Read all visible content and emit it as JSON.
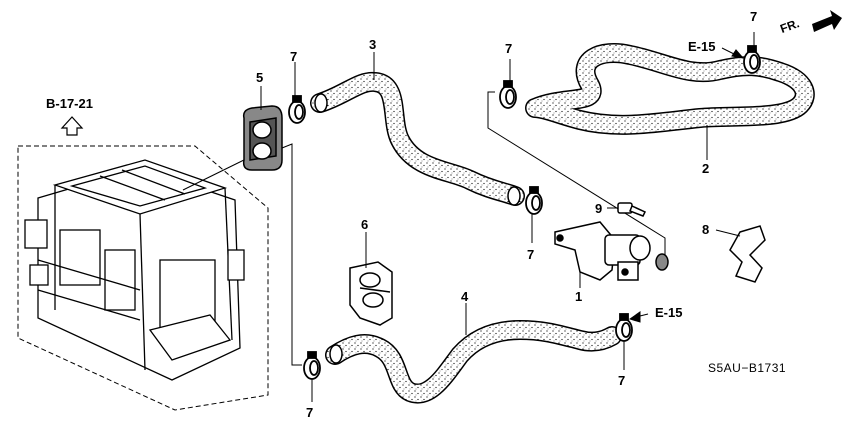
{
  "diagram_code": "S5AU−B1731",
  "direction_label": "FR.",
  "references": {
    "heater_unit": "B-17-21",
    "upper_hose": "E-15",
    "lower_hose": "E-15"
  },
  "callouts": {
    "valve": "1",
    "hose_upper_right": "2",
    "hose_upper_left": "3",
    "hose_lower": "4",
    "grommet": "5",
    "holder": "6",
    "clamp": "7",
    "clip": "8",
    "bolt": "9"
  }
}
